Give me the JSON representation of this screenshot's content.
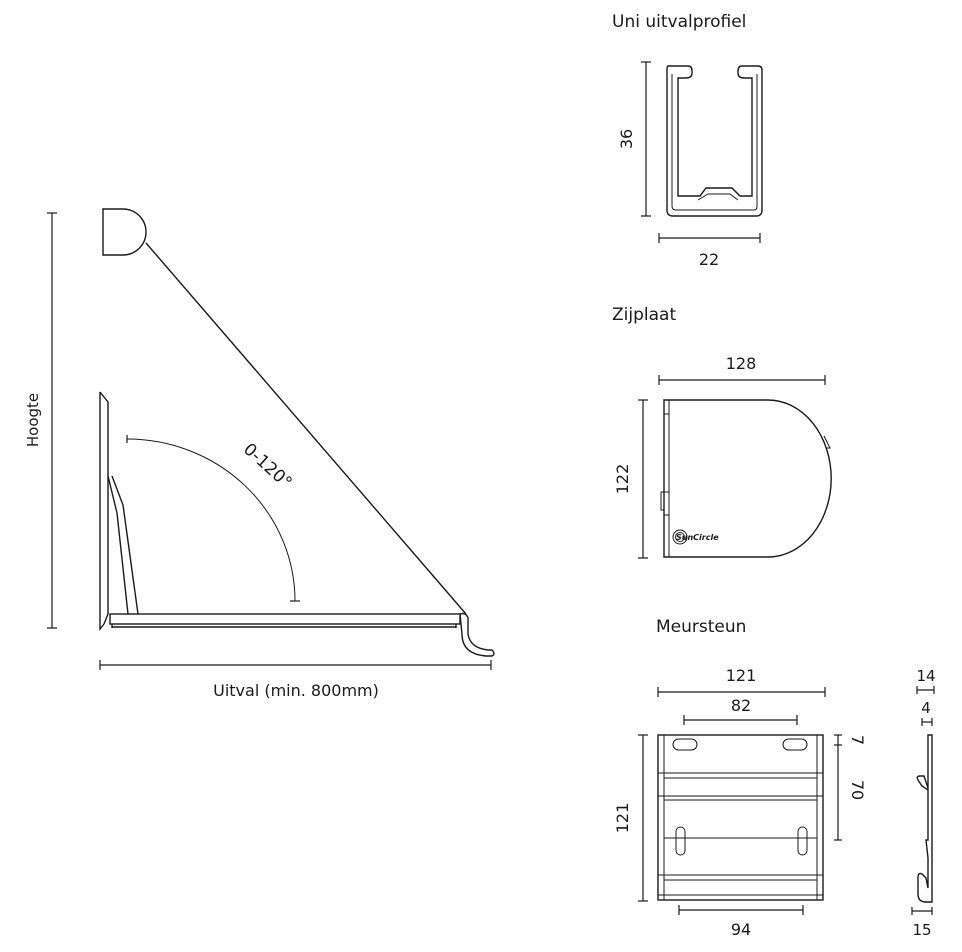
{
  "main_drawing": {
    "height_label": "Hoogte",
    "projection_label": "Uitval (min. 800mm)",
    "angle_label": "0-120°"
  },
  "profile": {
    "title": "Uni uitvalprofiel",
    "height_value": "36",
    "width_value": "22"
  },
  "side_plate": {
    "title": "Zijplaat",
    "width_value": "128",
    "height_value": "122",
    "logo_text": "SunCircle"
  },
  "wall_bracket": {
    "title": "Meursteun",
    "outer_width": "121",
    "hole_spacing_top": "82",
    "height": "121",
    "top_offset": "7",
    "hole_spacing_vertical": "70",
    "bottom_width": "94",
    "side_top": "14",
    "side_lip": "4",
    "side_bottom": "15"
  }
}
